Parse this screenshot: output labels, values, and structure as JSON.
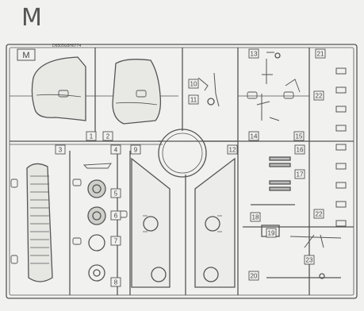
{
  "sprue": {
    "letter": "M",
    "frame_tag": "M",
    "code_stamp": "D6505G5H6774"
  },
  "part_labels": [
    "1",
    "2",
    "3",
    "4",
    "5",
    "6",
    "7",
    "8",
    "9",
    "10",
    "11",
    "12",
    "13",
    "14",
    "15",
    "16",
    "17",
    "18",
    "19",
    "20",
    "21",
    "22",
    "23",
    "22"
  ],
  "colors": {
    "ink": "#555555",
    "paper": "#f1f1ef",
    "fill": "#e6e6e3"
  }
}
